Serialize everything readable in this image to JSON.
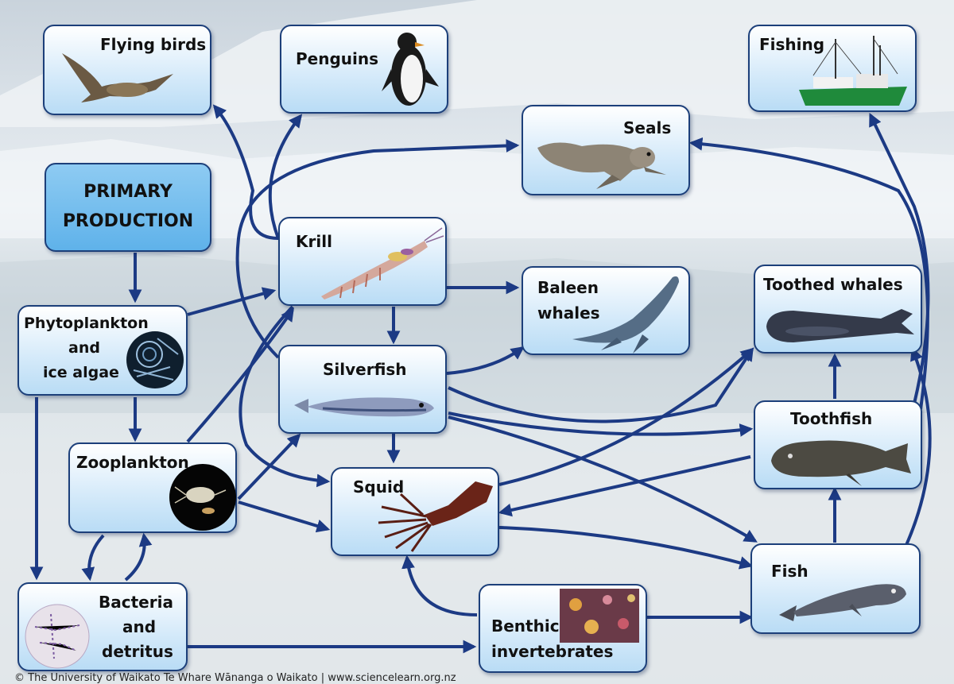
{
  "nodes": {
    "flying_birds": "Flying birds",
    "penguins": "Penguins",
    "fishing": "Fishing",
    "seals": "Seals",
    "primary_1": "PRIMARY",
    "primary_2": "PRODUCTION",
    "krill": "Krill",
    "baleen_1": "Baleen",
    "baleen_2": "whales",
    "toothed_whales": "Toothed whales",
    "phyto_1": "Phytoplankton",
    "phyto_2": "and",
    "phyto_3": "ice algae",
    "silverfish": "Silverfish",
    "toothfish": "Toothfish",
    "zooplankton": "Zooplankton",
    "squid": "Squid",
    "fish": "Fish",
    "bacteria_1": "Bacteria",
    "bacteria_2": "and",
    "bacteria_3": "detritus",
    "benthic_1": "Benthic",
    "benthic_2": "invertebrates"
  },
  "footer": "© The University of Waikato Te Whare Wānanga o Waikato | www.sciencelearn.org.nz",
  "colors": {
    "arrow": "#1c3a84",
    "border": "#1c3f7a",
    "box_fill": "#cfe6f8",
    "primary_fill": "#6ab8ec"
  }
}
